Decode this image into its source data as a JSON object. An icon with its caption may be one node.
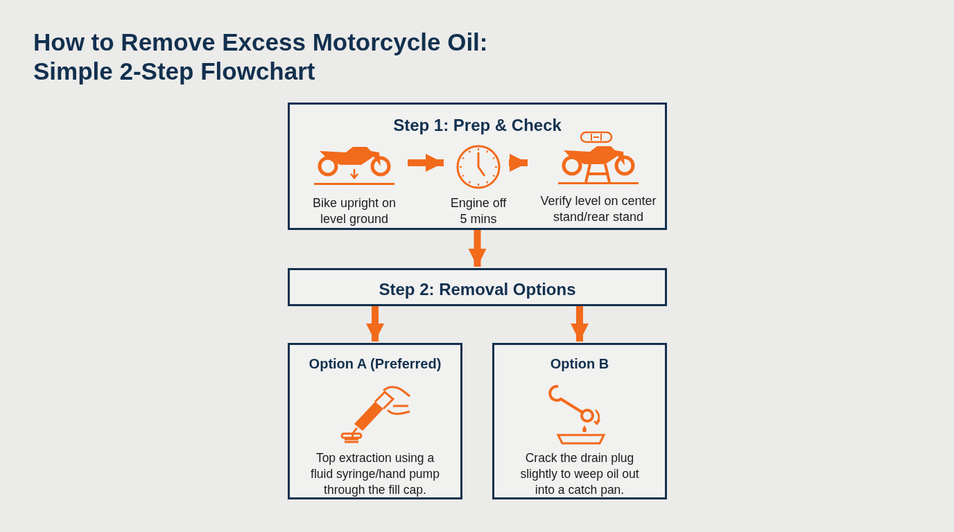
{
  "diagram": {
    "title": "How to Remove Excess Motorcycle Oil: Simple 2-Step Flowchart",
    "nodes": [
      {
        "text": [
          "Step 1: Prep & Check"
        ]
      },
      {
        "text": [
          "Bike upright on level ground"
        ],
        "in": 0
      },
      {
        "text": [
          "Engine off 5 mins"
        ],
        "in": 0
      },
      {
        "text": [
          "Verify level on center stand/rear stand"
        ],
        "in": 0
      },
      {
        "text": [
          "Step 2: Removal Options"
        ]
      },
      {
        "text": [
          "Option A (Preferred)",
          "Top extraction using a fluid syringe/hand pump through the fill cap."
        ]
      },
      {
        "text": [
          "Option B",
          "Crack the drain plug slightly to weep oil out into a catch pan."
        ]
      }
    ],
    "edges": [
      {
        "from": 1,
        "to": 2,
        "arrow": "to"
      },
      {
        "from": 2,
        "to": 3,
        "arrow": "to"
      },
      {
        "from": 0,
        "to": 4,
        "arrow": "to"
      },
      {
        "from": 4,
        "to": 5,
        "arrow": "to"
      },
      {
        "from": 4,
        "to": 6,
        "arrow": "to"
      }
    ]
  }
}
